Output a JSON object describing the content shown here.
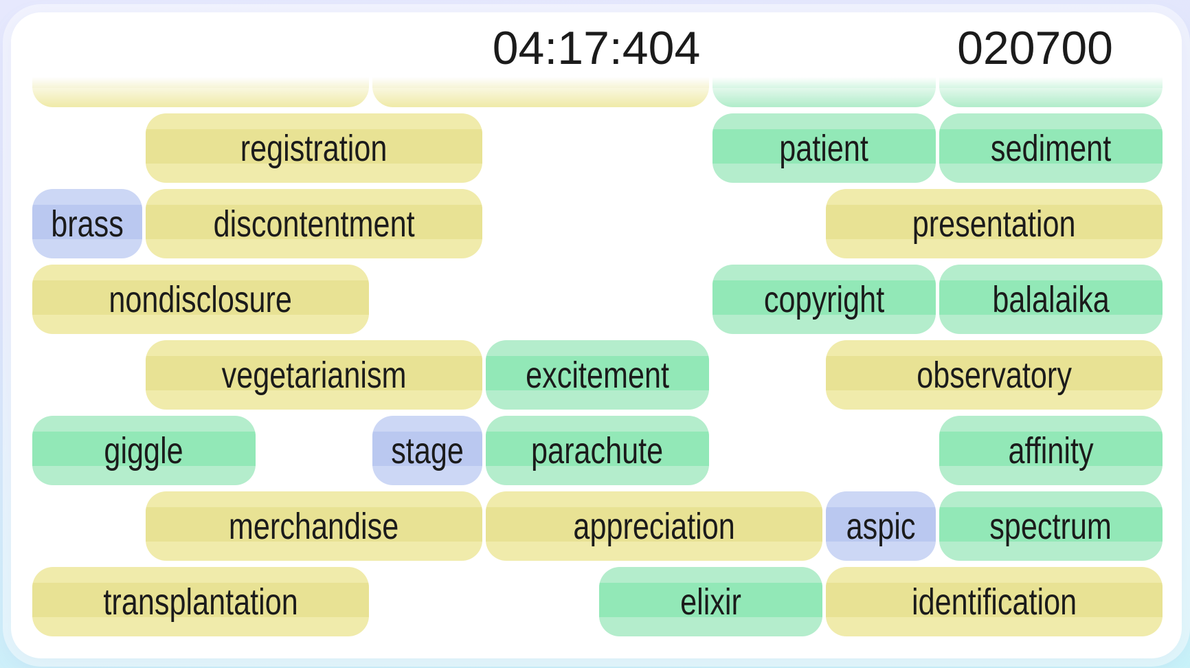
{
  "header": {
    "timer": "04:17:404",
    "score": "020700"
  },
  "colors": {
    "yellow_outer": "#f0ebab",
    "yellow_inner": "#e8e294",
    "green_outer": "#b4edcc",
    "green_inner": "#92e8b7",
    "blue_outer": "#ccd7f5",
    "blue_inner": "#bac8f0",
    "text": "#1b1b1b",
    "bg_top": "#e6e8fd",
    "bg_bottom": "#c8f2f9",
    "panel": "#ffffff"
  },
  "board": {
    "rows": [
      {
        "tiles": [
          {
            "label": "",
            "color": "yellow",
            "col": 0,
            "span": 3
          },
          {
            "label": "",
            "color": "yellow",
            "col": 3,
            "span": 3
          },
          {
            "label": "",
            "color": "green",
            "col": 6,
            "span": 2
          },
          {
            "label": "",
            "color": "green",
            "col": 8,
            "span": 2
          }
        ]
      },
      {
        "tiles": [
          {
            "label": "registration",
            "color": "yellow",
            "col": 1,
            "span": 3
          },
          {
            "label": "patient",
            "color": "green",
            "col": 6,
            "span": 2
          },
          {
            "label": "sediment",
            "color": "green",
            "col": 8,
            "span": 2
          }
        ]
      },
      {
        "tiles": [
          {
            "label": "brass",
            "color": "blue",
            "col": 0,
            "span": 1
          },
          {
            "label": "discontentment",
            "color": "yellow",
            "col": 1,
            "span": 3
          },
          {
            "label": "presentation",
            "color": "yellow",
            "col": 7,
            "span": 3
          }
        ]
      },
      {
        "tiles": [
          {
            "label": "nondisclosure",
            "color": "yellow",
            "col": 0,
            "span": 3
          },
          {
            "label": "copyright",
            "color": "green",
            "col": 6,
            "span": 2
          },
          {
            "label": "balalaika",
            "color": "green",
            "col": 8,
            "span": 2
          }
        ]
      },
      {
        "tiles": [
          {
            "label": "vegetarianism",
            "color": "yellow",
            "col": 1,
            "span": 3
          },
          {
            "label": "excitement",
            "color": "green",
            "col": 4,
            "span": 2
          },
          {
            "label": "observatory",
            "color": "yellow",
            "col": 7,
            "span": 3
          }
        ]
      },
      {
        "tiles": [
          {
            "label": "giggle",
            "color": "green",
            "col": 0,
            "span": 2
          },
          {
            "label": "stage",
            "color": "blue",
            "col": 3,
            "span": 1
          },
          {
            "label": "parachute",
            "color": "green",
            "col": 4,
            "span": 2
          },
          {
            "label": "affinity",
            "color": "green",
            "col": 8,
            "span": 2
          }
        ]
      },
      {
        "tiles": [
          {
            "label": "merchandise",
            "color": "yellow",
            "col": 1,
            "span": 3
          },
          {
            "label": "appreciation",
            "color": "yellow",
            "col": 4,
            "span": 3
          },
          {
            "label": "aspic",
            "color": "blue",
            "col": 7,
            "span": 1
          },
          {
            "label": "spectrum",
            "color": "green",
            "col": 8,
            "span": 2
          }
        ]
      },
      {
        "tiles": [
          {
            "label": "transplantation",
            "color": "yellow",
            "col": 0,
            "span": 3
          },
          {
            "label": "elixir",
            "color": "green",
            "col": 5,
            "span": 2
          },
          {
            "label": "identification",
            "color": "yellow",
            "col": 7,
            "span": 3
          }
        ]
      }
    ]
  }
}
